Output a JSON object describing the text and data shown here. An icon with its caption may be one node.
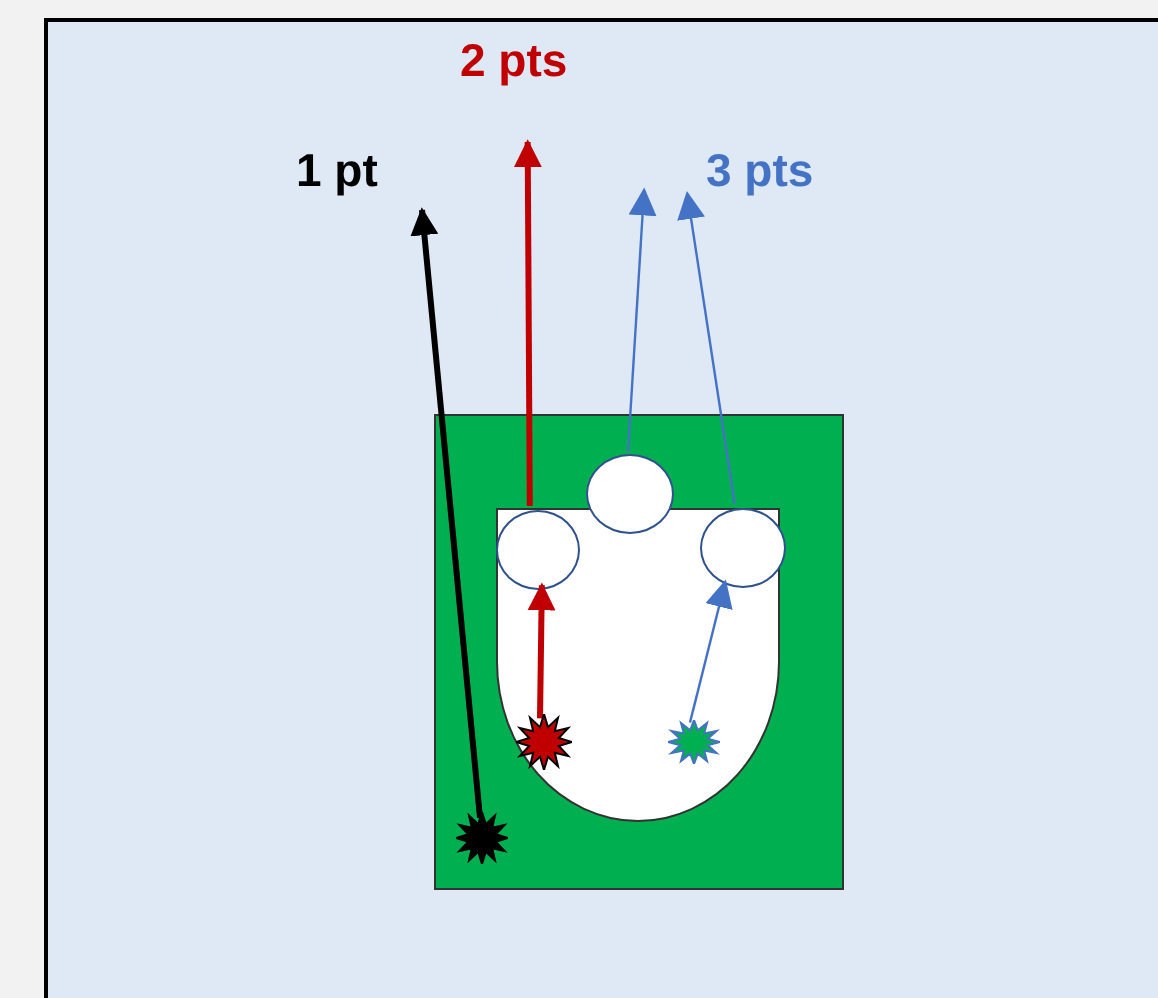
{
  "diagram": {
    "nodes": [
      {
        "text": [
          "1 pt"
        ]
      },
      {
        "text": [
          "2 pts"
        ]
      },
      {
        "text": [
          "3 pts"
        ]
      },
      {
        "text": [],
        "shape": "box"
      },
      {
        "text": [],
        "shape": "box",
        "in": 3
      },
      {
        "text": [],
        "shape": "circle",
        "in": 4
      },
      {
        "text": [],
        "shape": "circle",
        "in": 3
      },
      {
        "text": [],
        "shape": "circle",
        "in": 4
      },
      {
        "text": [],
        "shape": "star",
        "in": 3
      },
      {
        "text": [],
        "shape": "star",
        "in": 4
      },
      {
        "text": [],
        "shape": "star",
        "in": 4
      }
    ],
    "edges": [
      {
        "from": 8,
        "to": 0,
        "arrow": "to",
        "style": "thick",
        "color": "#000000"
      },
      {
        "from": 9,
        "to": 5,
        "arrow": "to",
        "style": "thick",
        "color": "#c00000"
      },
      {
        "from": 5,
        "to": 1,
        "arrow": "to",
        "style": "thick",
        "color": "#c00000"
      },
      {
        "from": 10,
        "to": 7,
        "arrow": "to",
        "color": "#4472c4"
      },
      {
        "from": 6,
        "to": 2,
        "arrow": "to",
        "color": "#4472c4"
      },
      {
        "from": 7,
        "to": 2,
        "arrow": "to",
        "color": "#4472c4"
      }
    ]
  }
}
